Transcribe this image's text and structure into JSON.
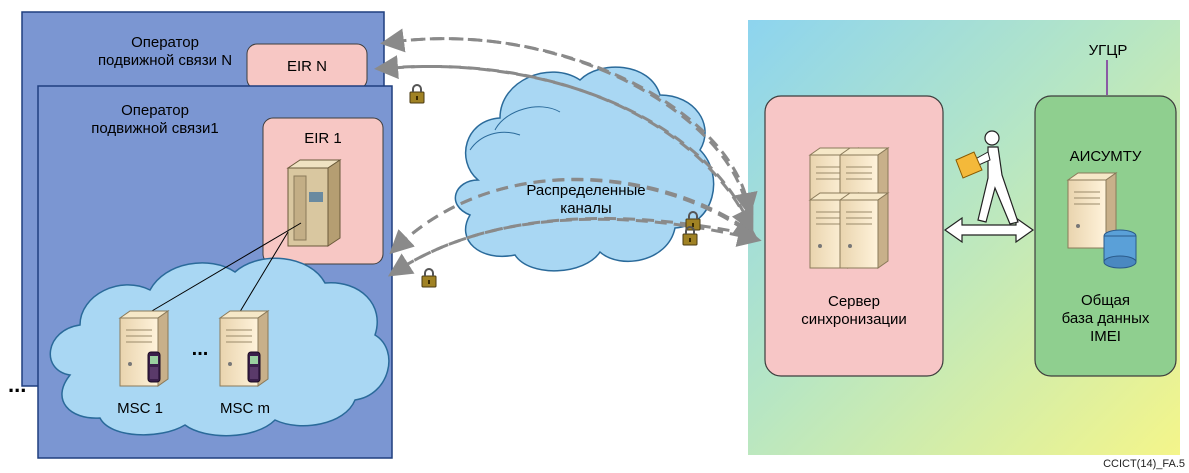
{
  "operators": {
    "n": {
      "title_line1": "Оператор",
      "title_line2": "подвижной связи N",
      "eir": "EIR N"
    },
    "one": {
      "title_line1": "Оператор",
      "title_line2": "подвижной связи1",
      "eir": "EIR 1"
    }
  },
  "msc": {
    "first": "MSC 1",
    "last": "MSC m",
    "ellipsis": "..."
  },
  "stack_ellipsis": "...",
  "cloud": {
    "line1": "Распределенные",
    "line2": "каналы"
  },
  "ugcr": {
    "title": "УГЦР",
    "sync_server_line1": "Сервер",
    "sync_server_line2": "синхронизации",
    "aisumtu": "АИСУМТУ",
    "db_line1": "Общая",
    "db_line2": "база данных",
    "db_line3": "IMEI"
  },
  "figure_id": "CCICT(14)_FA.5",
  "colors": {
    "operator_fill": "#7b96d2",
    "eir_fill": "#f7c7c4",
    "cloud_fill": "#a9d7f3",
    "sync_fill": "#f7c6c6",
    "aisumtu_fill": "#8fcf8f",
    "arrow": "#8a8a8a"
  }
}
